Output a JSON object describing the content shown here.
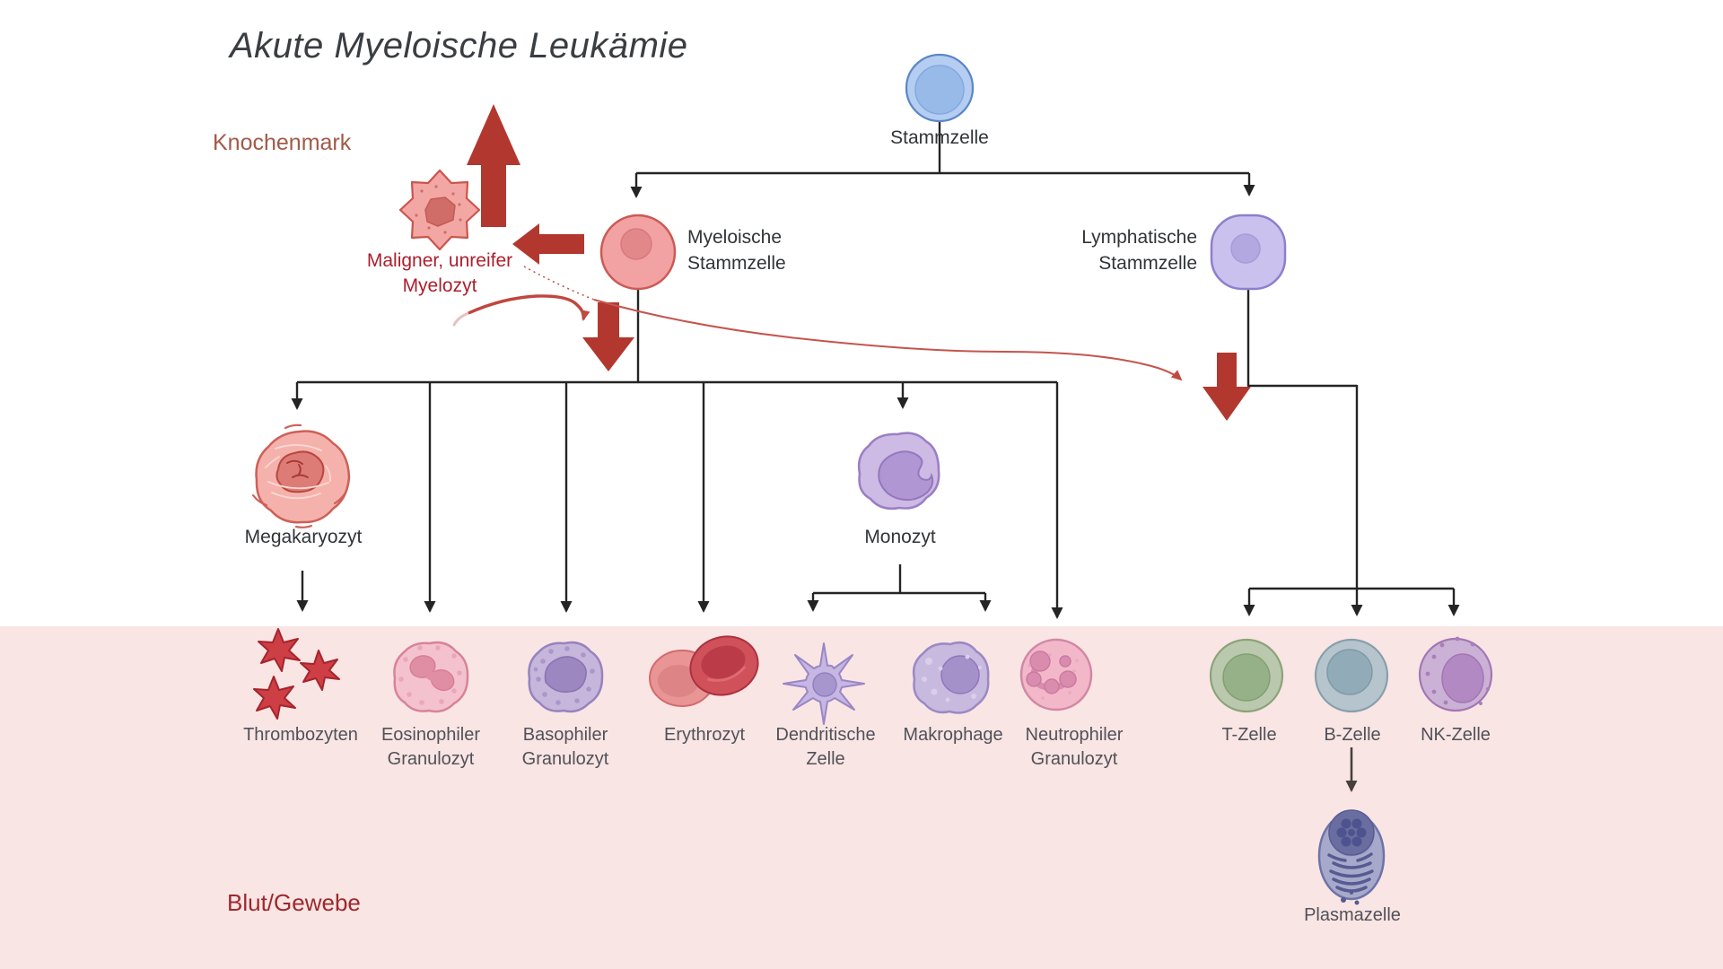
{
  "title": "Akute Myeloische Leukämie",
  "regions": {
    "bone_marrow": "Knochenmark",
    "blood_tissue": "Blut/Gewebe"
  },
  "nodes": {
    "stem": "Stammzelle",
    "myeloid": {
      "l1": "Myeloische",
      "l2": "Stammzelle"
    },
    "lymphoid": {
      "l1": "Lymphatische",
      "l2": "Stammzelle"
    },
    "malignant": {
      "l1": "Maligner, unreifer",
      "l2": "Myelozyt"
    },
    "megakaryocyte": "Megakaryozyt",
    "monocyte": "Monozyt",
    "plasma_cell": "Plasmazelle"
  },
  "blood_cells": [
    {
      "id": "thrombozyten",
      "l1": "Thrombozyten",
      "l2": ""
    },
    {
      "id": "eosinophiler-granulozyt",
      "l1": "Eosinophiler",
      "l2": "Granulozyt"
    },
    {
      "id": "basophiler-granulozyt",
      "l1": "Basophiler",
      "l2": "Granulozyt"
    },
    {
      "id": "erythrozyt",
      "l1": "Erythrozyt",
      "l2": ""
    },
    {
      "id": "dendritische-zelle",
      "l1": "Dendritische",
      "l2": "Zelle"
    },
    {
      "id": "makrophage",
      "l1": "Makrophage",
      "l2": ""
    },
    {
      "id": "neutrophiler-granulozyt",
      "l1": "Neutrophiler",
      "l2": "Granulozyt"
    },
    {
      "id": "t-zelle",
      "l1": "T-Zelle",
      "l2": ""
    },
    {
      "id": "b-zelle",
      "l1": "B-Zelle",
      "l2": ""
    },
    {
      "id": "nk-zelle",
      "l1": "NK-Zelle",
      "l2": ""
    }
  ],
  "colors": {
    "background": "#ffffff",
    "blood_band": "#f9e5e4",
    "accent_red": "#b2382f",
    "curve_red": "#c4554d",
    "malignant_text_red": "#ac1f2d",
    "blood_label_red": "#9e282c",
    "bone_marrow_label": "#a25a48",
    "line_black": "#242424"
  }
}
